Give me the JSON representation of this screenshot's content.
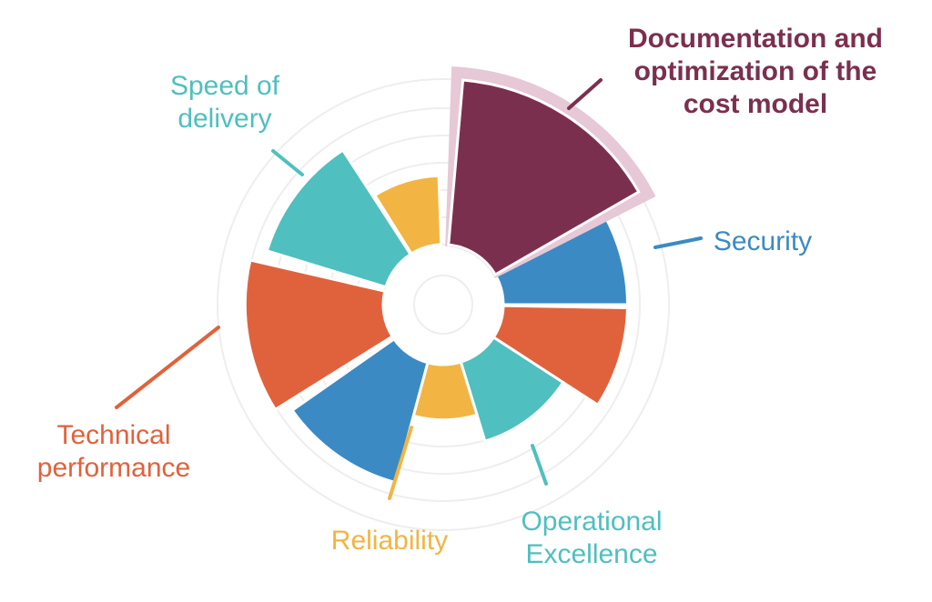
{
  "chart_data": {
    "type": "polar-area",
    "title": "",
    "grid": true,
    "legend": "none",
    "highlighted_category": "Documentation and optimization of the cost model",
    "categories": [
      {
        "key": "security",
        "lines": [
          "Security"
        ],
        "color": "#3b8ac4",
        "segments": [
          {
            "value": 9.0,
            "color": "#3b8ac4"
          }
        ]
      },
      {
        "key": "opex_a",
        "lines": [],
        "color": "#e0623c",
        "segments": [
          {
            "value": 9.0,
            "color": "#e0623c"
          }
        ]
      },
      {
        "key": "opex",
        "lines": [
          "Operational",
          "Excellence"
        ],
        "color": "#4fbfbf",
        "segments": [
          {
            "value": 6.0,
            "color": "#4fbfbf"
          }
        ]
      },
      {
        "key": "reliability",
        "lines": [
          "Reliability"
        ],
        "color": "#f2b443",
        "segments": [
          {
            "value": 4.0,
            "color": "#f2b443"
          }
        ]
      },
      {
        "key": "tech_b",
        "lines": [],
        "color": "#3b8ac4",
        "segments": [
          {
            "value": 9.0,
            "color": "#3b8ac4"
          }
        ]
      },
      {
        "key": "technical",
        "lines": [
          "Technical",
          "performance"
        ],
        "color": "#e0623c",
        "segments": [
          {
            "value": 10.0,
            "color": "#e0623c"
          }
        ]
      },
      {
        "key": "speed",
        "lines": [
          "Speed of",
          "delivery"
        ],
        "color": "#4fbfbf",
        "segments": [
          {
            "value": 9.0,
            "color": "#4fbfbf"
          }
        ]
      },
      {
        "key": "speed_b",
        "lines": [],
        "color": "#f2b443",
        "segments": [
          {
            "value": 5.0,
            "color": "#f2b443"
          }
        ]
      },
      {
        "key": "documentation",
        "lines": [
          "Documentation and",
          "optimization of the",
          "cost model"
        ],
        "color": "#7b2f4f",
        "segments": [
          {
            "value": 12.0,
            "color": "#7b2f4f"
          }
        ],
        "highlight_color": "#e6c8d6"
      }
    ],
    "rlim": [
      0,
      12
    ]
  }
}
